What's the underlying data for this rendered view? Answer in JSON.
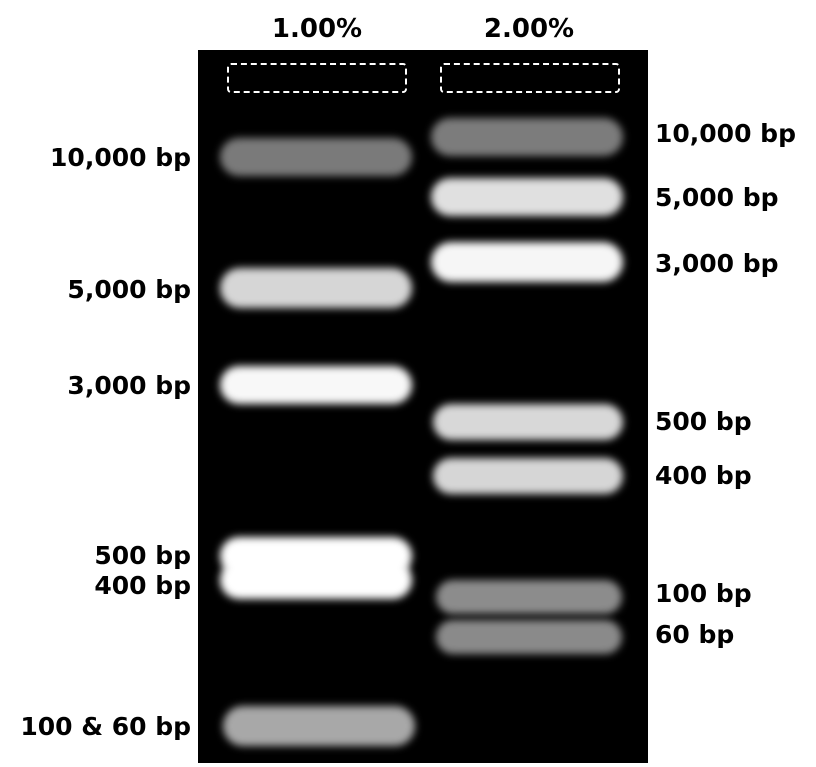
{
  "lanes": [
    {
      "header": "1.00%",
      "labels": [
        "10,000 bp",
        "5,000 bp",
        "3,000 bp",
        "500 bp",
        "400 bp",
        "100 & 60 bp"
      ],
      "band_colors": [
        "#7a7a7a",
        "#d6d6d6",
        "#f8f8f8",
        "#ffffff",
        "#ffffff",
        "#a8a8a8"
      ]
    },
    {
      "header": "2.00%",
      "labels": [
        "10,000 bp",
        "5,000 bp",
        "3,000 bp",
        "500 bp",
        "400 bp",
        "100 bp",
        "60 bp"
      ],
      "band_colors": [
        "#7c7c7c",
        "#e0e0e0",
        "#f6f6f6",
        "#d8d8d8",
        "#d6d6d6",
        "#8c8c8c",
        "#8a8a8a"
      ]
    }
  ],
  "colors": {
    "gel_background": "#000000",
    "well_outline": "#ffffff",
    "label_text": "#000000"
  }
}
